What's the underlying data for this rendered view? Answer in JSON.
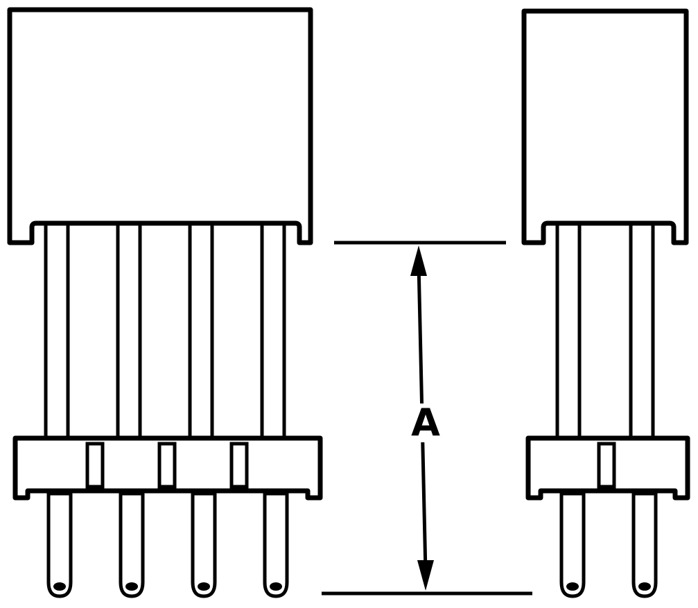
{
  "dimension": {
    "label": "A"
  },
  "components": [
    {
      "name": "front-view",
      "pin_count": 4
    },
    {
      "name": "side-view",
      "pin_count": 2
    }
  ]
}
